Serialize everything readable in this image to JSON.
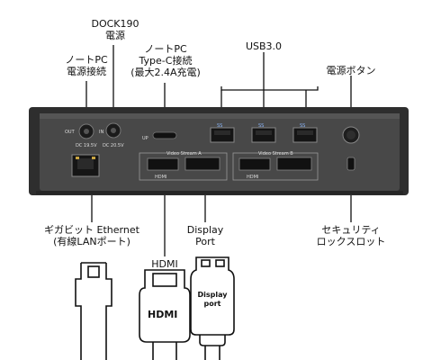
{
  "labels": {
    "dock_power": [
      "DOCK190",
      "電源"
    ],
    "notepc_power": [
      "ノートPC",
      "電源接続"
    ],
    "typec": [
      "ノートPC",
      "Type-C接続",
      "(最大2.4A充電)"
    ],
    "usb": "USB3.0",
    "power_button": "電源ボタン",
    "ethernet": [
      "ギガビット Ethernet",
      "(有線LANポート)"
    ],
    "displayport": [
      "Display",
      "Port"
    ],
    "hdmi": "HDMI",
    "lock": [
      "セキュリティ",
      "ロックスロット"
    ]
  },
  "device": {
    "out_label": "OUT",
    "out_volt": "DC 19.5V",
    "in_label": "IN",
    "in_volt": "DC 20.5V",
    "up_label": "UP",
    "video_a": "Video Stream A",
    "video_b": "Video Stream B",
    "hdmi_port": "HDMI",
    "usb_ss": "SS"
  },
  "connectors": {
    "hdmi_text": "HDMI",
    "dp_text": [
      "Display",
      "port"
    ]
  },
  "colors": {
    "body": "#3b3b3b",
    "panel": "#4a4a4a",
    "port": "#1a1a1a",
    "line": "#111111"
  }
}
